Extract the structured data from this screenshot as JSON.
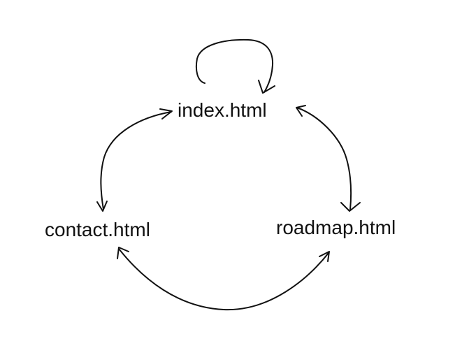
{
  "diagram": {
    "nodes": {
      "index": {
        "label": "index.html"
      },
      "contact": {
        "label": "contact.html"
      },
      "roadmap": {
        "label": "roadmap.html"
      }
    },
    "edges": [
      {
        "from": "index",
        "to": "index"
      },
      {
        "from": "index",
        "to": "contact"
      },
      {
        "from": "contact",
        "to": "index"
      },
      {
        "from": "index",
        "to": "roadmap"
      },
      {
        "from": "roadmap",
        "to": "index"
      },
      {
        "from": "contact",
        "to": "roadmap"
      },
      {
        "from": "roadmap",
        "to": "contact"
      }
    ]
  }
}
